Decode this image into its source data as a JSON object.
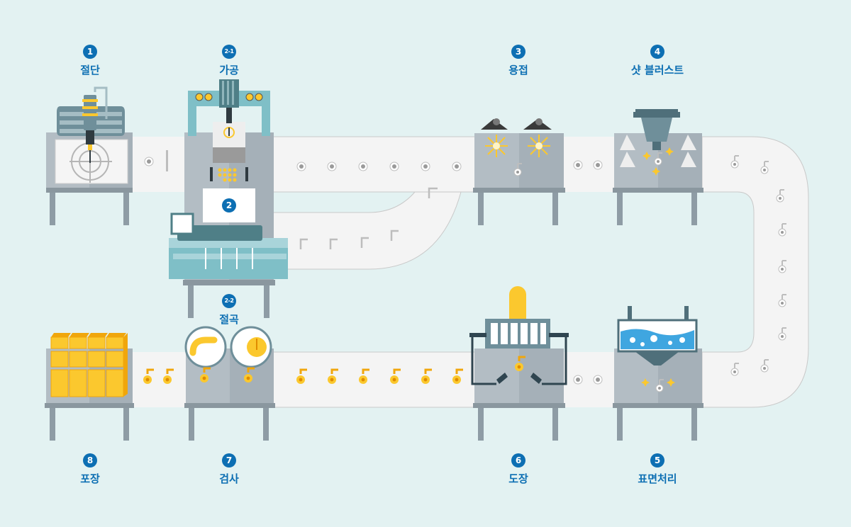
{
  "colors": {
    "background": "#e3f2f2",
    "badge": "#0d6fb3",
    "machine_gray": "#a7b3bb",
    "belt": "#f4f4f4",
    "teal": "#7fbfc7",
    "yellow": "#fbc82e",
    "orange": "#f0a60c"
  },
  "stages": [
    {
      "number": "1",
      "name": "절단"
    },
    {
      "number": "2-1",
      "name": "가공"
    },
    {
      "number": "2",
      "name": ""
    },
    {
      "number": "2-2",
      "name": "절곡"
    },
    {
      "number": "3",
      "name": "용접"
    },
    {
      "number": "4",
      "name": "샷 블러스트"
    },
    {
      "number": "5",
      "name": "표면처리"
    },
    {
      "number": "6",
      "name": "도장"
    },
    {
      "number": "7",
      "name": "검사"
    },
    {
      "number": "8",
      "name": "포장"
    }
  ]
}
